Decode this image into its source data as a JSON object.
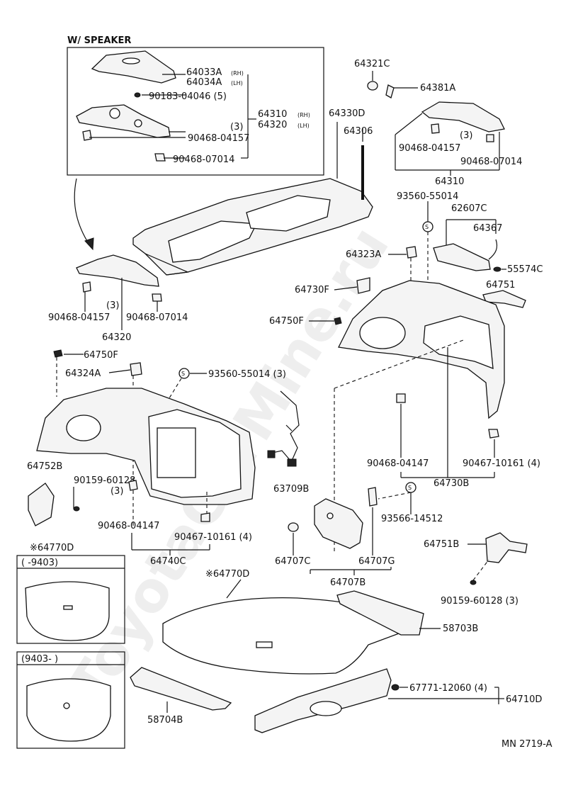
{
  "diagram": {
    "group_title": "W/ SPEAKER",
    "footer_code": "MN 2719-A",
    "watermark": "ToyotaCarMine.ru",
    "labels": {
      "p64033A": "64033A",
      "p64033A_sfx": "(RH)",
      "p64034A": "64034A",
      "p64034A_sfx": "(LH)",
      "p90183": "90183-04046 (5)",
      "p64310_top": "64310",
      "p64310_sfx": "(RH)",
      "p64320_top": "64320",
      "p64320_sfx": "(LH)",
      "qty3_a": "(3)",
      "p90468_04157_a": "90468-04157",
      "p90468_07014_a": "90468-07014",
      "p64321C": "64321C",
      "p64381A": "64381A",
      "p64330D": "64330D",
      "p64306": "64306",
      "qty3_b": "(3)",
      "p90468_04157_b": "90468-04157",
      "p90468_07014_b": "90468-07014",
      "p64310": "64310",
      "p93560_55014_a": "93560-55014",
      "p62607C": "62607C",
      "p64367": "64367",
      "p64323A": "64323A",
      "p55574C": "55574C",
      "p64751": "64751",
      "p64730F": "64730F",
      "p64750F_a": "64750F",
      "qty3_c": "(3)",
      "p90468_04157_c": "90468-04157",
      "p90468_07014_c": "90468-07014",
      "p64320": "64320",
      "p64750F_b": "64750F",
      "p64324A": "64324A",
      "p93560_55014_b": "93560-55014 (3)",
      "p64752B": "64752B",
      "p90159_60128_a": "90159-60128",
      "qty3_d": "(3)",
      "p63709B": "63709B",
      "p90468_04147_a": "90468-04147",
      "p90467_10161_a": "90467-10161 (4)",
      "p90468_04147_b": "90468-04147",
      "p90467_10161_b": "90467-10161 (4)",
      "p64740C": "64740C",
      "p64730B": "64730B",
      "p93566_14512": "93566-14512",
      "p64707C": "64707C",
      "p64707G": "64707G",
      "p64707B": "64707B",
      "p64751B": "64751B",
      "p90159_60128_b": "90159-60128 (3)",
      "p64770D_left": "※64770D",
      "range_a": "(      -9403)",
      "range_b": "(9403-      )",
      "p64770D_main": "※64770D",
      "p58703B": "58703B",
      "p58704B": "58704B",
      "p67771": "67771-12060 (4)",
      "p64710D": "64710D",
      "s_mark": "S"
    }
  }
}
